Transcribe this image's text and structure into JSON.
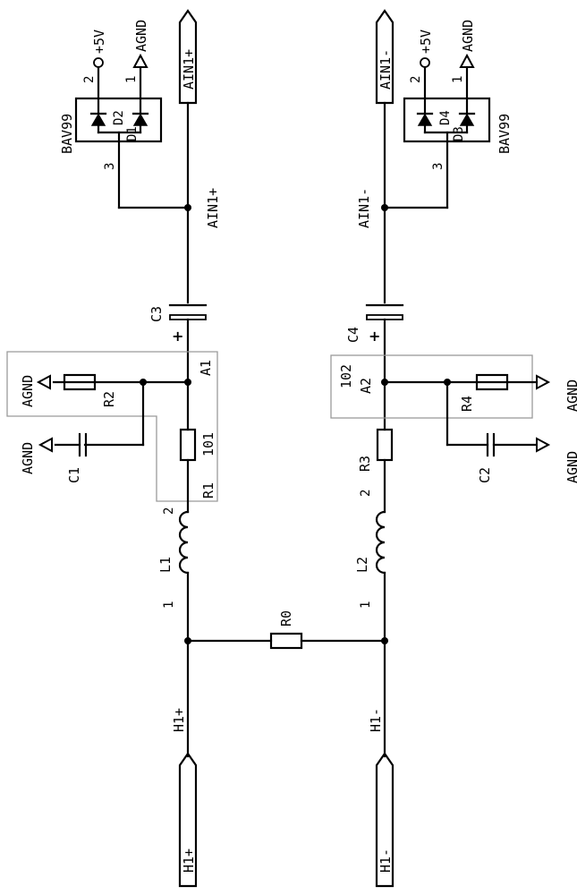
{
  "diagram": {
    "labels": {
      "ain1p_port": "AIN1+",
      "ain1m_port": "AIN1-",
      "ain1p_net": "AIN1+",
      "ain1m_net": "AIN1-",
      "h1p_port": "H1+",
      "h1m_port": "H1-",
      "h1p_net": "H1+",
      "h1m_net": "H1-",
      "plus5v_left": "+5V",
      "plus5v_right": "+5V",
      "agnd_d1": "AGND",
      "agnd_d3": "AGND",
      "agnd_r2": "AGND",
      "agnd_c1": "AGND",
      "agnd_r4": "AGND",
      "agnd_c2": "AGND",
      "bav99_left": "BAV99",
      "bav99_right": "BAV99",
      "d1": "D1",
      "d2": "D2",
      "d3": "D3",
      "d4": "D4",
      "pin2_left": "2",
      "pin1_left": "1",
      "pin3_left": "3",
      "pin2_right": "2",
      "pin1_right": "1",
      "pin3_right": "3",
      "c3": "C3",
      "c4": "C4",
      "a1": "A1",
      "a2": "A2",
      "r2": "R2",
      "r4": "R4",
      "r1": "R1",
      "r3": "R3",
      "v101": "101",
      "v102": "102",
      "c1": "C1",
      "c2": "C2",
      "l1": "L1",
      "l2": "L2",
      "l1_pin2": "2",
      "l1_pin1": "1",
      "l2_pin2": "2",
      "l2_pin1": "1",
      "r0": "R0",
      "plus_c3": "+",
      "plus_c4": "+"
    }
  }
}
